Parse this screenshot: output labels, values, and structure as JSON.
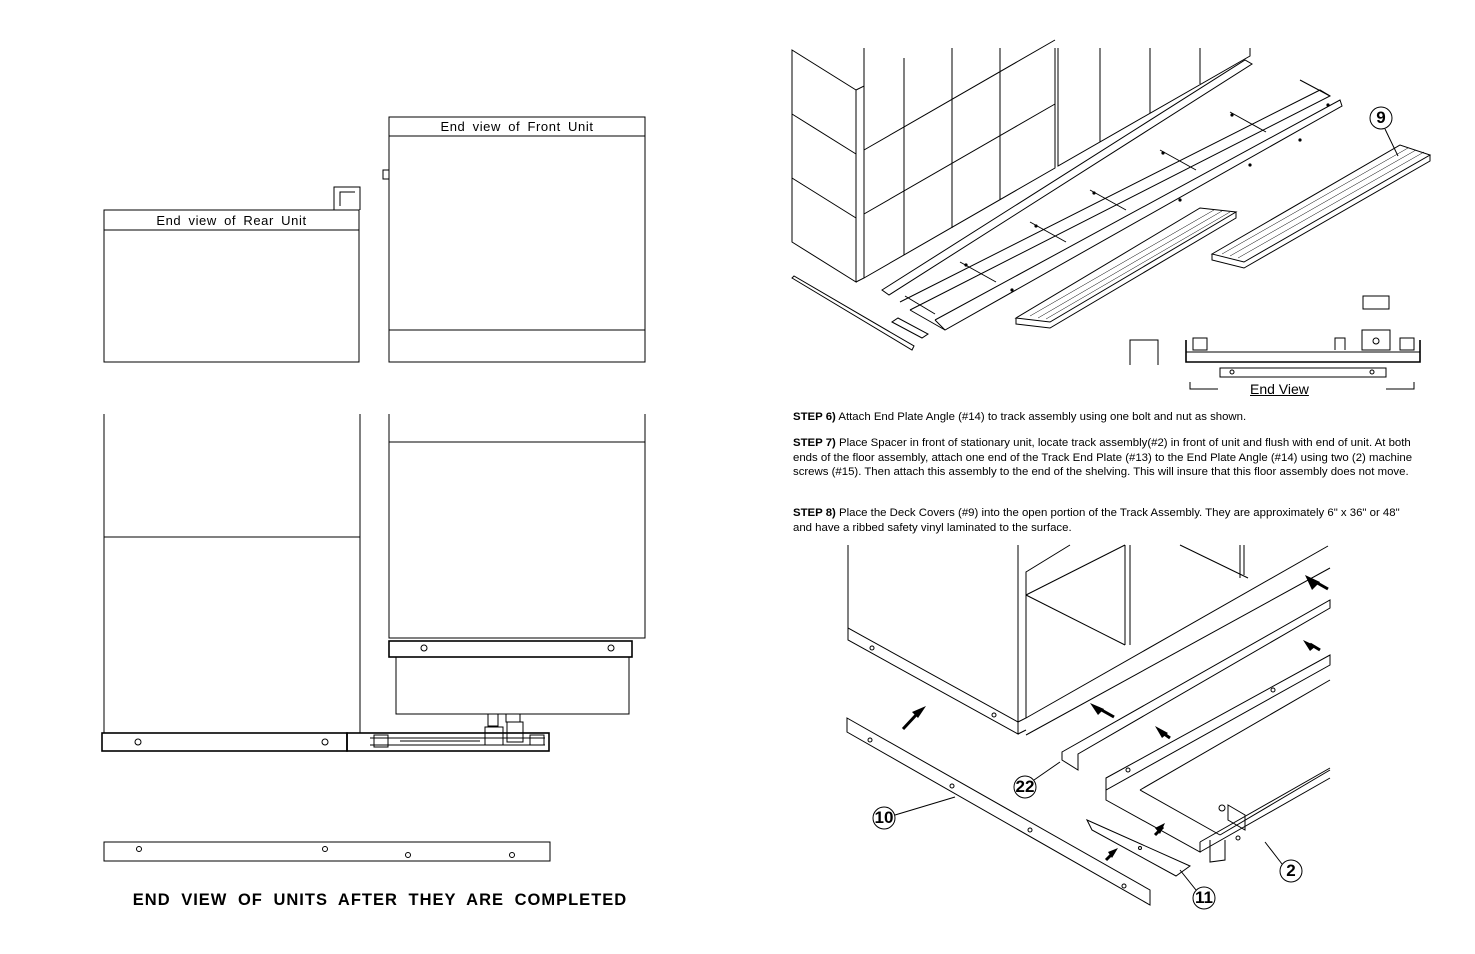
{
  "left_panel": {
    "front_unit_label": "End view of Front Unit",
    "rear_unit_label": "End view of Rear Unit",
    "caption": "END VIEW OF UNITS AFTER THEY ARE COMPLETED"
  },
  "right_panel": {
    "end_view_label": "End View",
    "steps": [
      {
        "number": "STEP 6)",
        "text": " Attach End Plate Angle (#14) to track assembly using one bolt and nut as shown."
      },
      {
        "number": "STEP 7)",
        "text": " Place Spacer in front of stationary unit, locate track assembly(#2) in front of unit and flush with end of unit. At both ends of the floor assembly, attach one end of the Track End Plate (#13) to the End Plate Angle (#14) using two (2) machine screws (#15).  Then attach this assembly to the end of the shelving. This will insure that this floor assembly does not move."
      },
      {
        "number": "STEP 8)",
        "text": " Place the Deck Covers (#9) into the open portion of the Track Assembly.  They are approximately 6\" x 36\" or 48\" and have a ribbed safety vinyl laminated to the surface."
      }
    ],
    "callouts": {
      "deck_cover": "9",
      "part_22": "22",
      "part_10": "10",
      "part_11": "11",
      "part_2": "2"
    }
  }
}
